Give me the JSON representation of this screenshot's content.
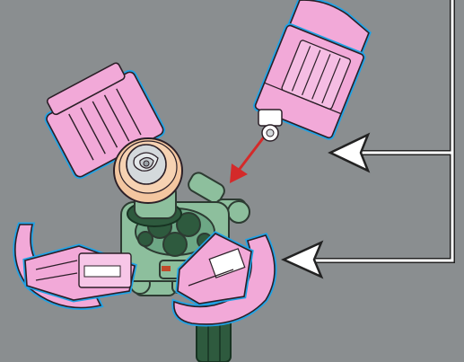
{
  "diagram": {
    "kind": "building-instruction-step",
    "background_color": "#8a8e90",
    "highlight_outline_color": "#1fa2e6",
    "part_colors": {
      "bright_pink": "#f2a9d8",
      "sand_green": "#8dbf9d",
      "dark_green": "#2e5a3e",
      "light_nougat": "#f3c6a0",
      "light_bluish_gray": "#d4d9dc",
      "white": "#ffffff"
    },
    "callouts": [
      {
        "icon": "arrow-left-icon",
        "role": "attach-upper-right-petal"
      },
      {
        "icon": "arrow-left-icon",
        "role": "attach-lower-petals"
      }
    ],
    "motion_arrow": {
      "icon": "arrow-down-left-icon",
      "color": "#d42a2a"
    },
    "parts": [
      "pink-petal-top-left",
      "pink-petal-top-right",
      "pink-petal-bottom-left",
      "pink-petal-bottom-right",
      "clip-connector",
      "tan-flower-head",
      "gray-flower-rose",
      "green-stem-hub",
      "dark-green-stem"
    ]
  }
}
